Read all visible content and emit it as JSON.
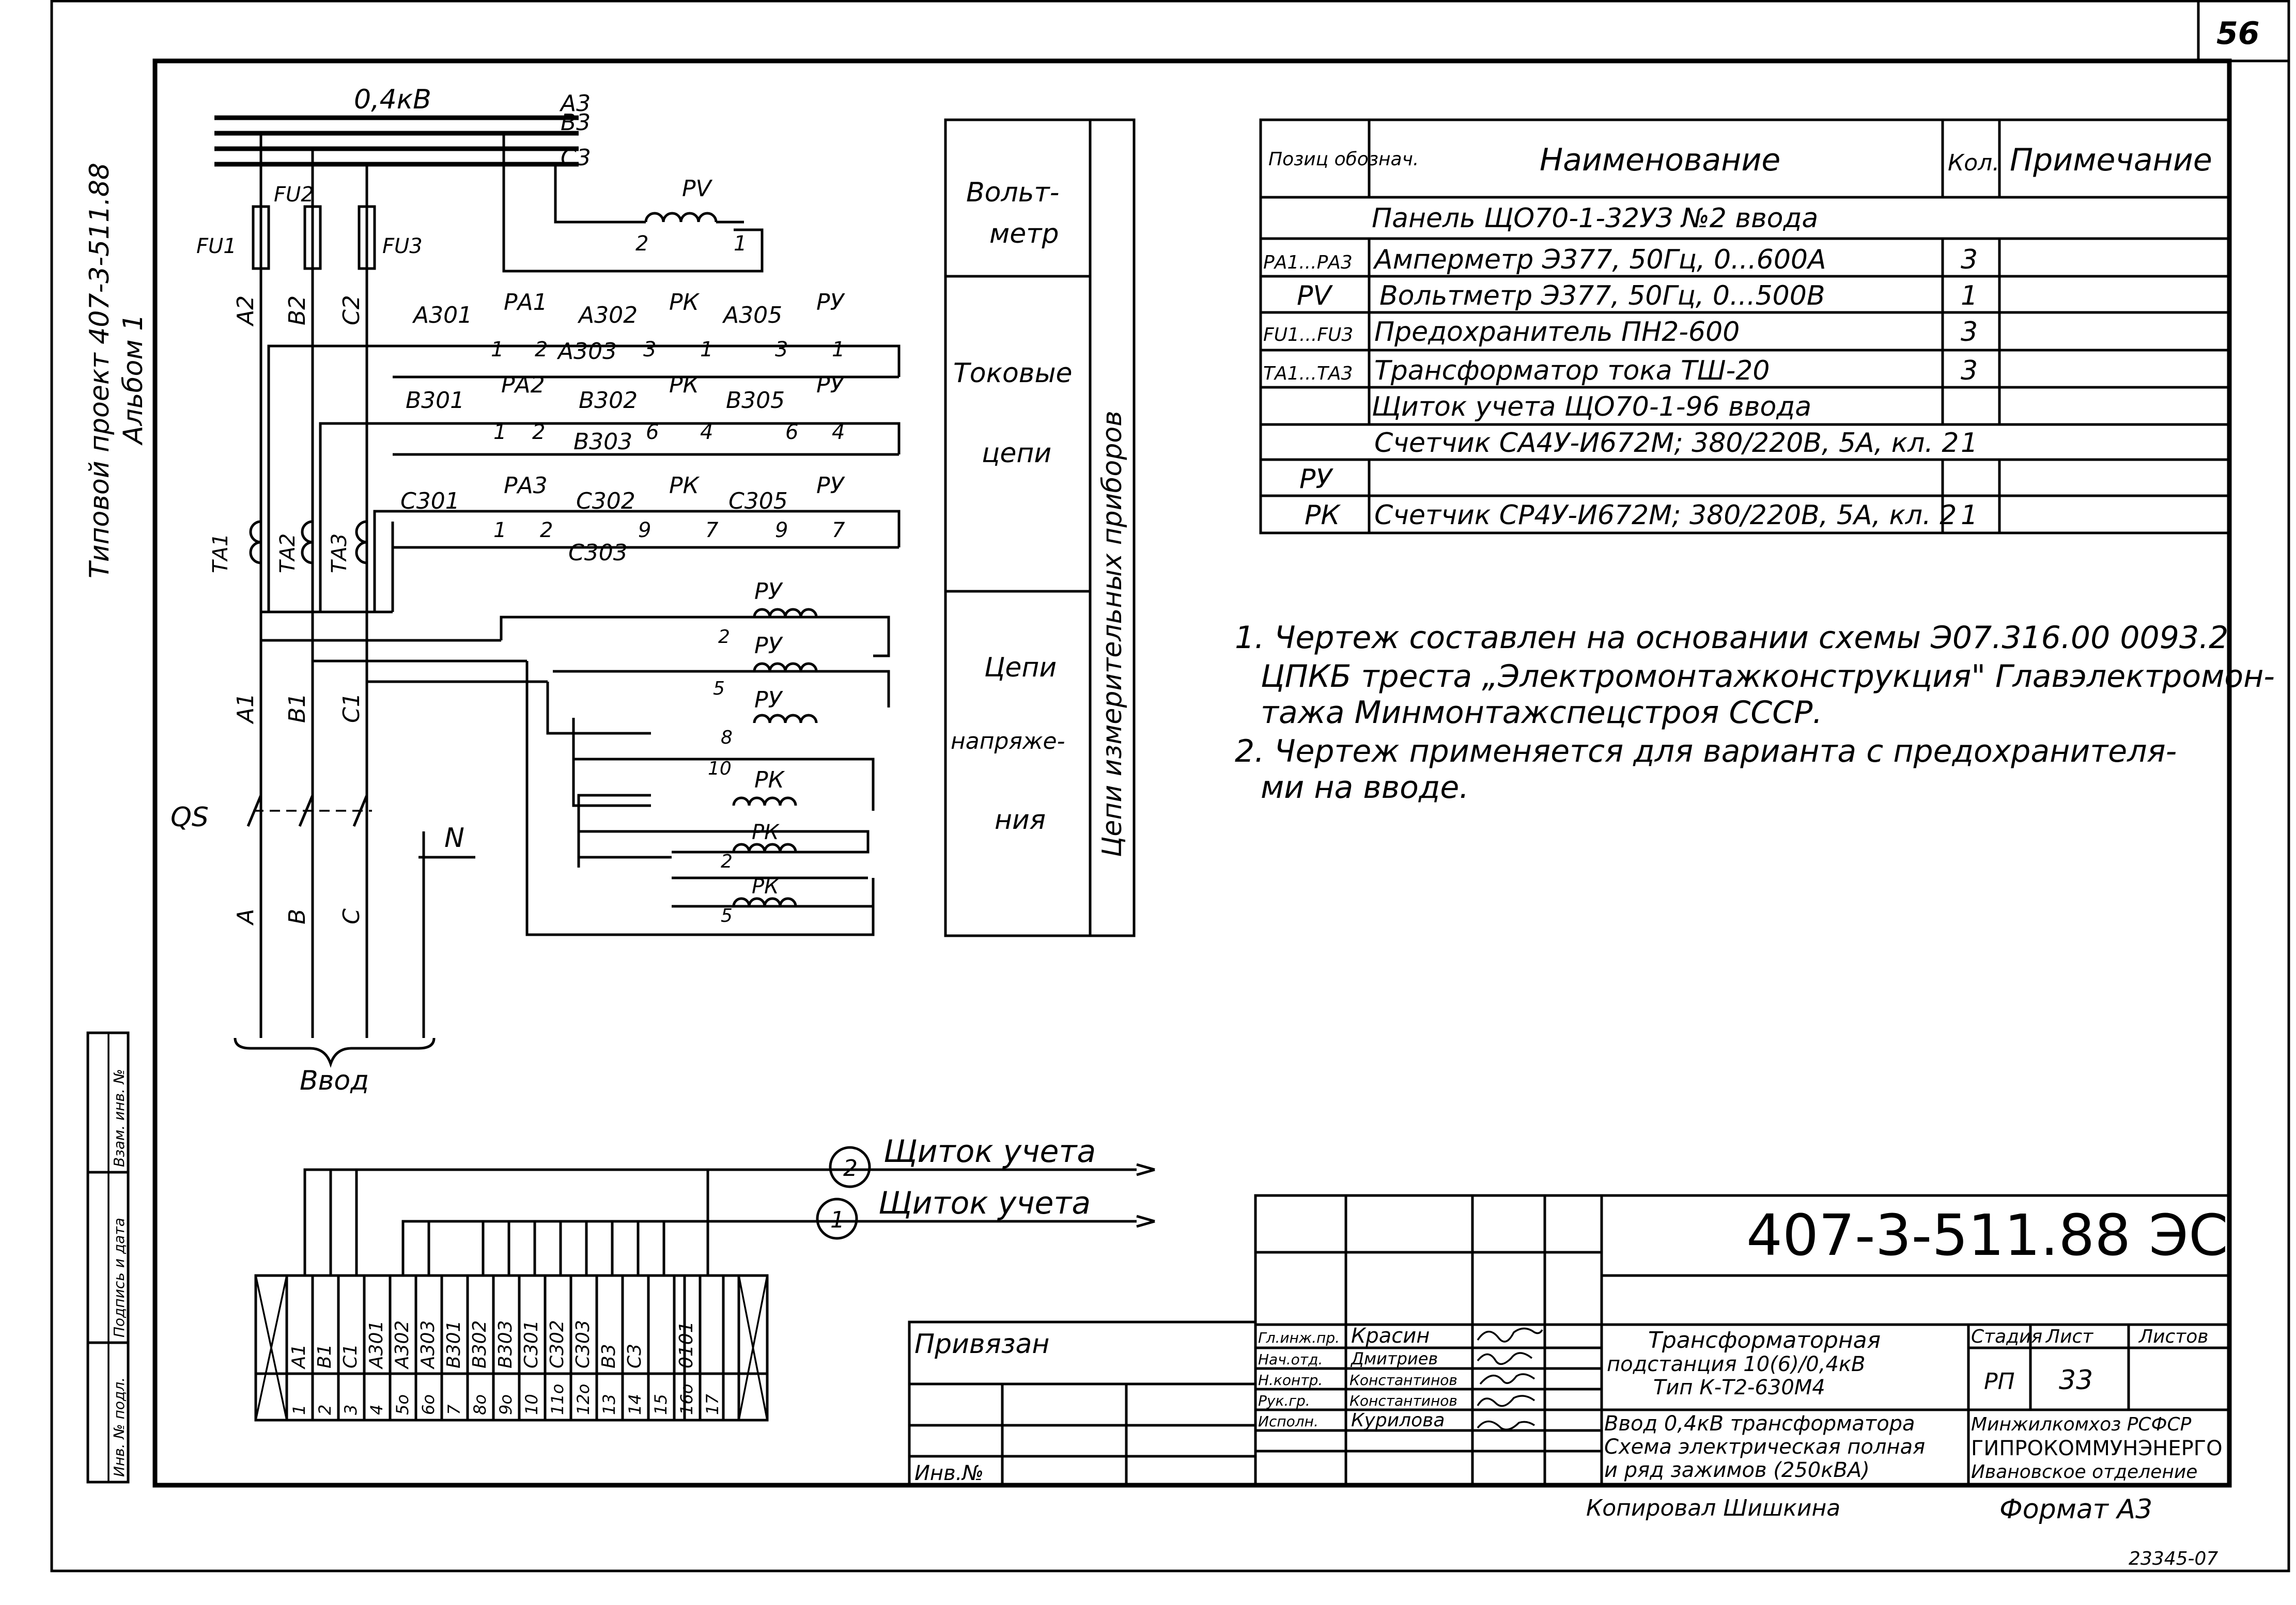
{
  "sheet": {
    "page_number": "56",
    "side_stamp": [
      "Типовой проект 407-3-511.88",
      "Альбом 1"
    ],
    "left_strip": [
      "Инв. № подл.",
      "Подпись и дата",
      "Взам. инв. №"
    ],
    "copied_by": "Копировал Шишкина",
    "format": "Формат А3",
    "order_number": "23345-07"
  },
  "schematic": {
    "voltage": "0,4кВ",
    "buses": [
      "А3",
      "В3",
      "С3"
    ],
    "fuses": [
      "FU1",
      "FU2",
      "FU3"
    ],
    "phase_wires": [
      "А2",
      "В2",
      "С2"
    ],
    "transformers": [
      "ТА1",
      "ТА2",
      "ТА3"
    ],
    "lower_wires": [
      "А1",
      "В1",
      "С1"
    ],
    "switch": "QS",
    "neutral": "N",
    "phases_in": [
      "А",
      "В",
      "С"
    ],
    "input_label": "Ввод",
    "voltmeter": {
      "name": "PV",
      "pins": [
        "2",
        "1"
      ]
    },
    "current_chains": [
      {
        "w1": "А301",
        "w2": "А302",
        "w3": "А303",
        "w4": "А305",
        "m1": "РА1",
        "m2": "РК",
        "m3": "РУ",
        "pins": [
          "1",
          "2",
          "3",
          "1",
          "3",
          "1"
        ]
      },
      {
        "w1": "В301",
        "w2": "В302",
        "w3": "В303",
        "w4": "В305",
        "m1": "РА2",
        "m2": "РК",
        "m3": "РУ",
        "pins": [
          "1",
          "2",
          "6",
          "4",
          "6",
          "4"
        ]
      },
      {
        "w1": "С301",
        "w2": "С302",
        "w3": "С303",
        "w4": "С305",
        "m1": "РА3",
        "m2": "РК",
        "m3": "РУ",
        "pins": [
          "1",
          "2",
          "9",
          "7",
          "9",
          "7"
        ]
      }
    ],
    "voltage_coils": [
      {
        "name": "РУ",
        "pin": ""
      },
      {
        "name": "РУ",
        "pin": "2"
      },
      {
        "name": "РУ",
        "pin": "5"
      },
      {
        "name": "РК",
        "pin": "10"
      },
      {
        "name": "РК",
        "pin": "2"
      },
      {
        "name": "РК",
        "pin": "5"
      }
    ],
    "extra_pin": "8"
  },
  "legend": {
    "voltmeter": [
      "Вольт-",
      "метр"
    ],
    "current": [
      "Токовые",
      "цепи"
    ],
    "voltage": [
      "Цепи",
      "напряже-",
      "ния"
    ],
    "vertical": "Цепи измерительных приборов"
  },
  "spec_table": {
    "headers": [
      "Позиц обознач.",
      "Наименование",
      "Кол.",
      "Примечание"
    ],
    "rows": [
      {
        "section": true,
        "name": "Панель ЩО70-1-32УЗ №2 ввода"
      },
      {
        "pos": "РА1...РА3",
        "name": "Амперметр Э377, 50Гц, 0...600А",
        "qty": "3",
        "note": ""
      },
      {
        "pos": "PV",
        "name": "Вольтметр Э377, 50Гц, 0...500В",
        "qty": "1",
        "note": ""
      },
      {
        "pos": "FU1...FU3",
        "name": "Предохранитель ПН2-600",
        "qty": "3",
        "note": ""
      },
      {
        "pos": "ТА1...ТА3",
        "name": "Трансформатор тока ТШ-20",
        "qty": "3",
        "note": ""
      },
      {
        "section": true,
        "name": "Щиток учета ЩО70-1-96 ввода"
      },
      {
        "pos": "РУ",
        "name": "Счетчик СА4У-И672М; 380/220В, 5А, кл. 2",
        "qty": "1",
        "note": ""
      },
      {
        "pos": "РК",
        "name": "Счетчик СР4У-И672М; 380/220В, 5А, кл. 2",
        "qty": "1",
        "note": ""
      }
    ]
  },
  "notes": [
    "1. Чертеж составлен на основании схемы Э07.316.00 0093.2",
    "ЦПКБ треста „Электромонтажконструкция\" Главэлектромон-",
    "тажа Минмонтажспецстроя СССР.",
    "2. Чертеж применяется для варианта с предохранителя-",
    "ми на вводе."
  ],
  "terminals": {
    "labels": [
      "А1",
      "В1",
      "С1",
      "А301",
      "А302",
      "А303",
      "В301",
      "В302",
      "В303",
      "С301",
      "С302",
      "С303",
      "В3",
      "С3",
      "",
      "0101",
      ""
    ],
    "numbers": [
      "1",
      "2",
      "3",
      "4",
      "5о",
      "6о",
      "7",
      "8о",
      "9о",
      "10",
      "11о",
      "12о",
      "13",
      "14",
      "15",
      "16о",
      "17"
    ],
    "outputs": [
      {
        "circle": "2",
        "label": "Щиток учета"
      },
      {
        "circle": "1",
        "label": "Щиток учета"
      }
    ]
  },
  "title_block": {
    "doc_code": "407-3-511.88 ЭС",
    "bound": "Привязан",
    "inv": "Инв.№",
    "roles": [
      "Гл.инж.пр.",
      "Нач.отд.",
      "Н.контр.",
      "Рук.гр.",
      "Исполн."
    ],
    "names": [
      "Красин",
      "Дмитриев",
      "Константинов",
      "Константинов",
      "Курилова"
    ],
    "object": [
      "Трансформаторная",
      "подстанция 10(6)/0,4кВ",
      "Тип К-Т2-630М4"
    ],
    "sheet_title": [
      "Ввод 0,4кВ трансформатора",
      "Схема электрическая полная",
      "и ряд зажимов   (250кВА)"
    ],
    "stage_head": [
      "Стадия",
      "Лист",
      "Листов"
    ],
    "stage": "РП",
    "sheet_no": "33",
    "org": [
      "Минжилкомхоз РСФСР",
      "ГИПРОКОММУНЭНЕРГО",
      "Ивановское отделение"
    ]
  }
}
